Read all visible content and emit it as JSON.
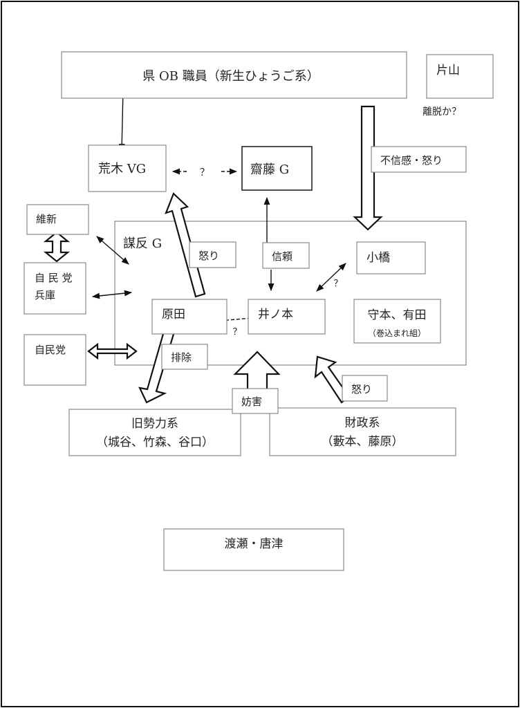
{
  "diagram": {
    "nodes": {
      "ken_ob": "県 OB 職員（新生ひょうご系）",
      "katayama": "片山",
      "katayama_note": "離脱か？",
      "araki": "荒木 VG",
      "saito": "齋藤 G",
      "ishin": "維新",
      "jimin_hyogo_1": "自 民 党",
      "jimin_hyogo_2": "兵庫",
      "jimin": "自民党",
      "muhon_group": "謀反 G",
      "kohashi": "小橋",
      "harada": "原田",
      "inomoto": "井ノ本",
      "morimoto": "守本、有田",
      "morimoto_note": "（巻込まれ組）",
      "kyu_seiryoku_1": "旧勢力系",
      "kyu_seiryoku_2": "（城谷、竹森、谷口）",
      "zaisei_1": "財政系",
      "zaisei_2": "（藪本、藤原）",
      "watase": "渡瀬・唐津"
    },
    "edge_labels": {
      "fushinkan": "不信感・怒り",
      "ikari_araki": "怒り",
      "shinrai": "信頼",
      "haijo": "排除",
      "bougai": "妨害",
      "ikari_zaisei": "怒り",
      "q_araki_saito": "？",
      "q_kohashi": "？",
      "q_harada": "？"
    }
  }
}
